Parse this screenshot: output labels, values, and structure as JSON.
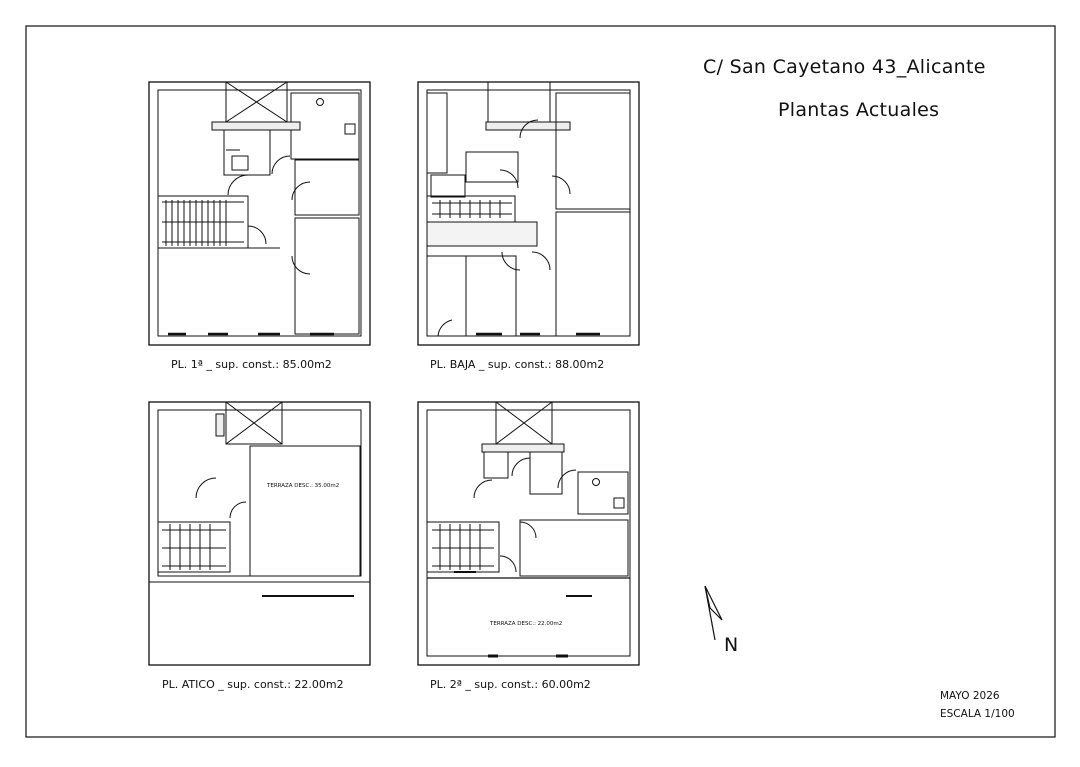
{
  "header": {
    "address": "C/ San Cayetano 43_Alicante",
    "subtitle": "Plantas Actuales"
  },
  "plans": [
    {
      "id": "pl1",
      "caption": "PL. 1ª _ sup. const.: 85.00m2",
      "annotation": ""
    },
    {
      "id": "baja",
      "caption": "PL. BAJA _ sup. const.: 88.00m2",
      "annotation": ""
    },
    {
      "id": "atico",
      "caption": "PL. ATICO _ sup. const.: 22.00m2",
      "annotation": "TERRAZA DESC.: 35.00m2"
    },
    {
      "id": "pl2",
      "caption": "PL. 2ª _ sup. const.: 60.00m2",
      "annotation": "TERRAZA DESC.: 22.00m2"
    }
  ],
  "north": {
    "label": "N"
  },
  "footer": {
    "date": "MAYO 2026",
    "scale": "ESCALA 1/100"
  }
}
